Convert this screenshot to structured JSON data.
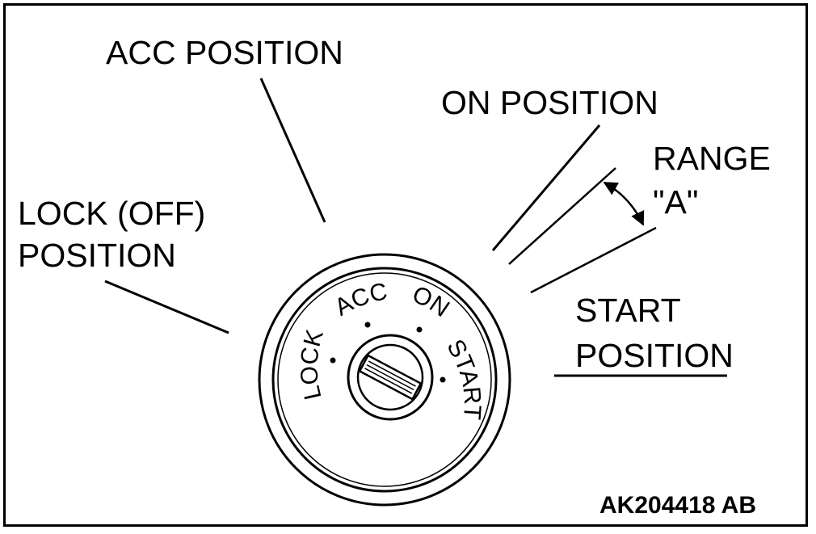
{
  "labels": {
    "acc_position": "ACC POSITION",
    "on_position": "ON POSITION",
    "range_line1": "RANGE",
    "range_line2": "\"A\"",
    "lock_line1": "LOCK (OFF)",
    "lock_line2": "POSITION",
    "start_line1": "START",
    "start_line2": "POSITION"
  },
  "dial": {
    "lock": "LOCK",
    "acc": "ACC",
    "on": "ON",
    "start": "START"
  },
  "figure_id": "AK204418 AB"
}
